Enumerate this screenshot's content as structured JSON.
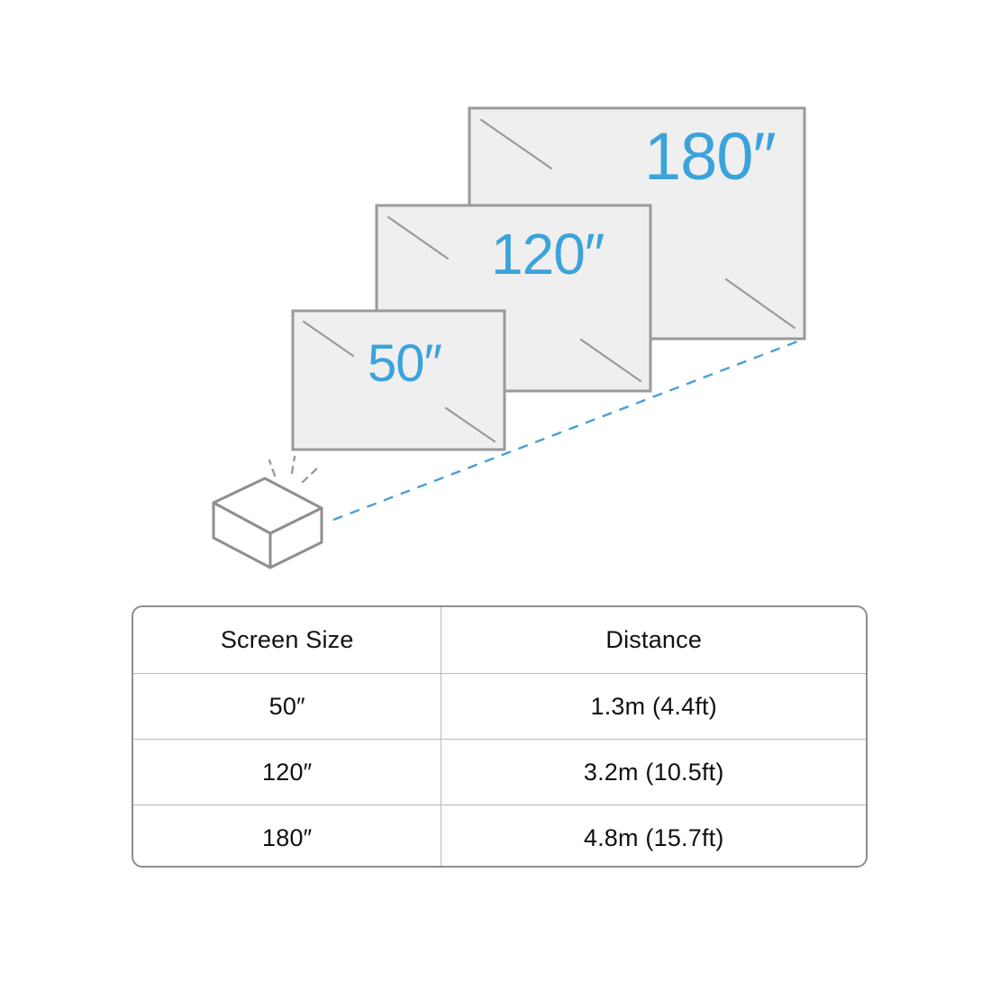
{
  "illustration": {
    "screens": [
      {
        "id": "screen-180",
        "label": "180″",
        "size_inches": 180
      },
      {
        "id": "screen-120",
        "label": "120″",
        "size_inches": 120
      },
      {
        "id": "screen-50",
        "label": "50″",
        "size_inches": 50
      }
    ],
    "projector": {
      "name": "projector",
      "label": ""
    },
    "beam": {
      "name": "projection-beam",
      "style": "dashed"
    },
    "colors": {
      "accent_blue": "#3ba3dc",
      "beam_blue": "#4a9fd8",
      "screen_fill": "#efefef",
      "screen_stroke": "#9a9a9a",
      "outline_gray": "#8f8f8f"
    }
  },
  "table": {
    "headers": [
      "Screen Size",
      "Distance"
    ],
    "rows": [
      {
        "screen_size": "50″",
        "distance": "1.3m (4.4ft)"
      },
      {
        "screen_size": "120″",
        "distance": "3.2m (10.5ft)"
      },
      {
        "screen_size": "180″",
        "distance": "4.8m (15.7ft)"
      }
    ]
  }
}
